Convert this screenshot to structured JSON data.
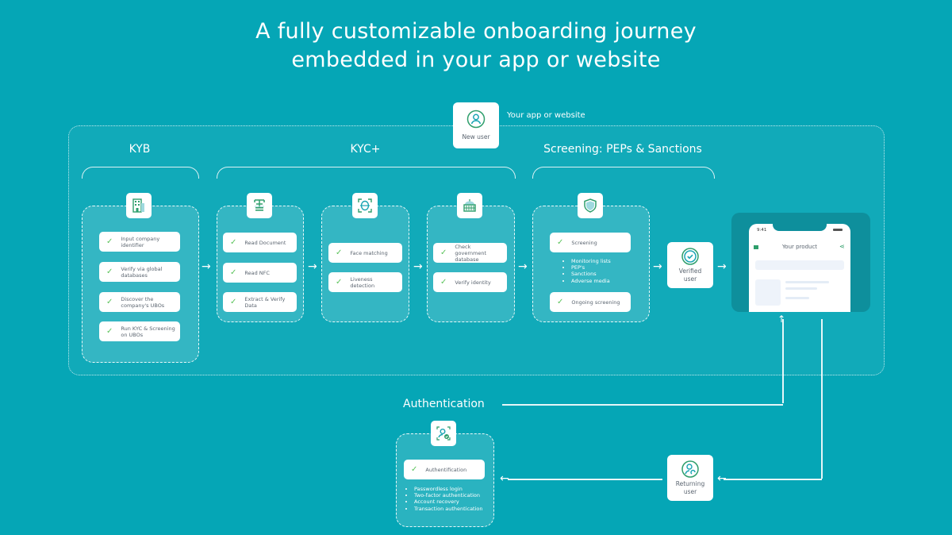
{
  "title": {
    "line1": "A fully customizable onboarding journey",
    "line2": "embedded in your app or website"
  },
  "container_label": "Your app or website",
  "new_user": {
    "label": "New user",
    "icon": "user-circle-icon"
  },
  "sections": {
    "kyb": "KYB",
    "kyc": "KYC+",
    "screening": "Screening: PEPs & Sanctions"
  },
  "colors": {
    "background": "#05A6B6",
    "check": "#5BC35B",
    "icon_green": "#2E9E6B",
    "card_text": "#5B6570"
  },
  "boxes": {
    "kyb": {
      "icon": "building-icon",
      "items": [
        "Input company identifier",
        "Verify via global databases",
        "Discover the company's UBOs",
        "Run KYC & Screening on UBOs"
      ]
    },
    "document": {
      "icon": "document-scan-icon",
      "items": [
        "Read Document",
        "Read NFC",
        "Extract & Verify Data"
      ]
    },
    "face": {
      "icon": "face-scan-icon",
      "items": [
        "Face matching",
        "Liveness detection"
      ]
    },
    "government": {
      "icon": "government-building-icon",
      "items": [
        "Check government database",
        "Verify identity"
      ]
    },
    "screening": {
      "icon": "shield-icon",
      "items": [
        "Screening",
        "Ongoing screening"
      ],
      "bullets": [
        "Monitoring lists",
        "PEP's",
        "Sanctions",
        "Adverse media"
      ]
    },
    "authentication": {
      "icon": "user-check-scan-icon",
      "items": [
        "Authentification"
      ],
      "bullets": [
        "Passwordless login",
        "Two-factor authentication",
        "Account recovery",
        "Transaction authentication"
      ]
    }
  },
  "verified_user": {
    "label_line1": "Verified",
    "label_line2": "user",
    "icon": "check-badge-icon"
  },
  "returning_user": {
    "label_line1": "Returning",
    "label_line2": "user",
    "icon": "user-refresh-icon"
  },
  "product": {
    "time": "9:41",
    "title": "Your product"
  },
  "authentication_label": "Authentication"
}
